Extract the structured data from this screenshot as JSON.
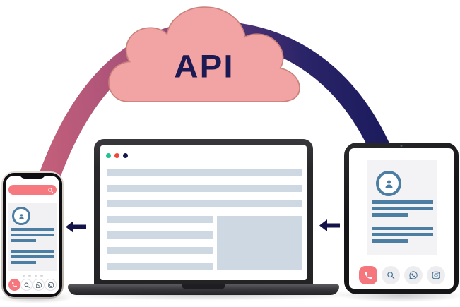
{
  "illustration": {
    "title": "API cloud connecting phone, laptop and tablet",
    "cloud": {
      "label": "API"
    },
    "arrows": [
      {
        "name": "laptop-to-phone",
        "direction": "left"
      },
      {
        "name": "tablet-to-laptop",
        "direction": "left"
      }
    ],
    "laptop": {
      "traffic_lights": [
        "green",
        "red",
        "navy"
      ]
    },
    "phone": {
      "search_bar_icon": "search-icon",
      "page_dots": 4,
      "nav_icons": [
        "phone-icon",
        "search-icon",
        "whatsapp-icon",
        "instagram-icon"
      ]
    },
    "tablet": {
      "nav_icons": [
        "phone-icon",
        "search-icon",
        "whatsapp-icon",
        "instagram-icon"
      ]
    },
    "colors": {
      "cloud_fill": "#F2A3A3",
      "cloud_stroke": "#C9827B",
      "api_text": "#1C1A52",
      "arc_pink": "#C4607B",
      "arc_purple": "#6B3D7E",
      "arc_navy": "#1B1B5C",
      "arrow_navy": "#14144B",
      "accent_salmon": "#F5767C",
      "steel_blue": "#4C7EA3",
      "wireframe_gray": "#CDD8E3",
      "card_gray": "#F2F2F5",
      "traffic_green": "#23C096",
      "traffic_red": "#F2453C",
      "traffic_navy": "#16164A"
    }
  }
}
